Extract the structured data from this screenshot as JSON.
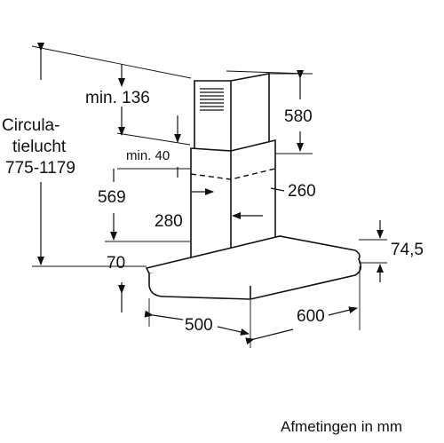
{
  "labels": {
    "circulation_line1": "Circula-",
    "circulation_line2": "tielucht",
    "circulation_range": "775-1179",
    "min136": "min. 136",
    "min40": "min. 40",
    "d580": "580",
    "d569": "569",
    "d260": "260",
    "d280": "280",
    "d70": "70",
    "d74_5": "74,5",
    "d500": "500",
    "d600": "600"
  },
  "caption": "Afmetingen in mm"
}
